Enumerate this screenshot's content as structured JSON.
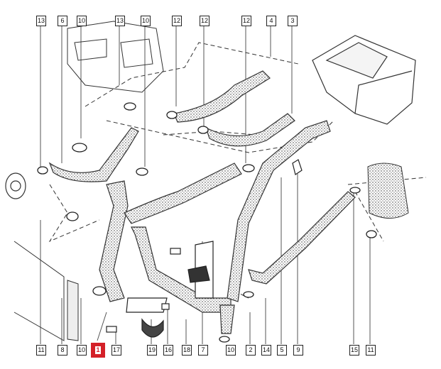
{
  "diagram": {
    "title": "Cooling / heater hose assembly exploded view",
    "highlight_color": "#d42028",
    "top_labels": [
      "13",
      "6",
      "10",
      "13",
      "10",
      "12",
      "12",
      "12",
      "4",
      "3"
    ],
    "bottom_labels": [
      "11",
      "8",
      "10",
      "1",
      "17",
      "19",
      "16",
      "18",
      "7",
      "10",
      "2",
      "14",
      "5",
      "9",
      "15",
      "11"
    ],
    "highlighted_label": "1",
    "parts": [
      "hose",
      "clamp",
      "heater-box",
      "expansion-tank",
      "radiator",
      "bracket",
      "bolt",
      "oil-cooler"
    ]
  }
}
